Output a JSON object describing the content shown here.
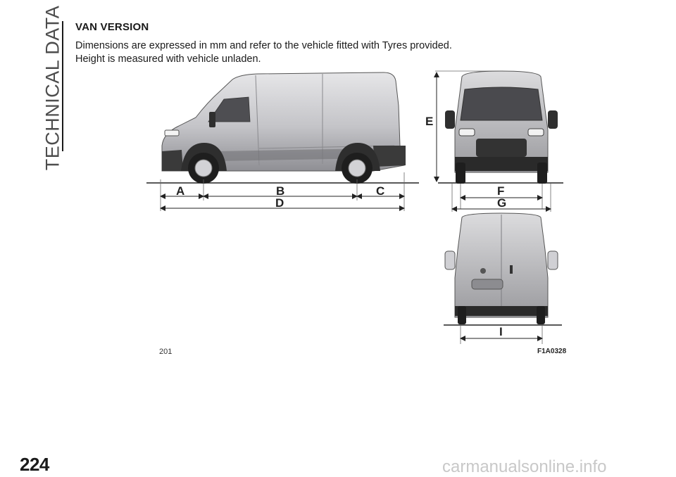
{
  "section": {
    "title": "TECHNICAL DATA"
  },
  "content": {
    "heading": "VAN VERSION",
    "intro_line1": "Dimensions are expressed in mm and refer to the vehicle fitted with Tyres provided.",
    "intro_line2": "Height is measured with vehicle unladen."
  },
  "figure": {
    "number": "201",
    "code": "F1A0328",
    "dimension_labels": {
      "a": "A",
      "b": "B",
      "c": "C",
      "d": "D",
      "e": "E",
      "f": "F",
      "g": "G",
      "i": "I"
    }
  },
  "page": {
    "number": "224"
  },
  "watermark": {
    "text": "carmanualsonline.info"
  },
  "colors": {
    "text": "#1a1a1a",
    "section": "#4d4d4d",
    "van_body": "#c9c9cc",
    "van_dark": "#3a3a3a",
    "watermark": "#c8c8c8"
  }
}
